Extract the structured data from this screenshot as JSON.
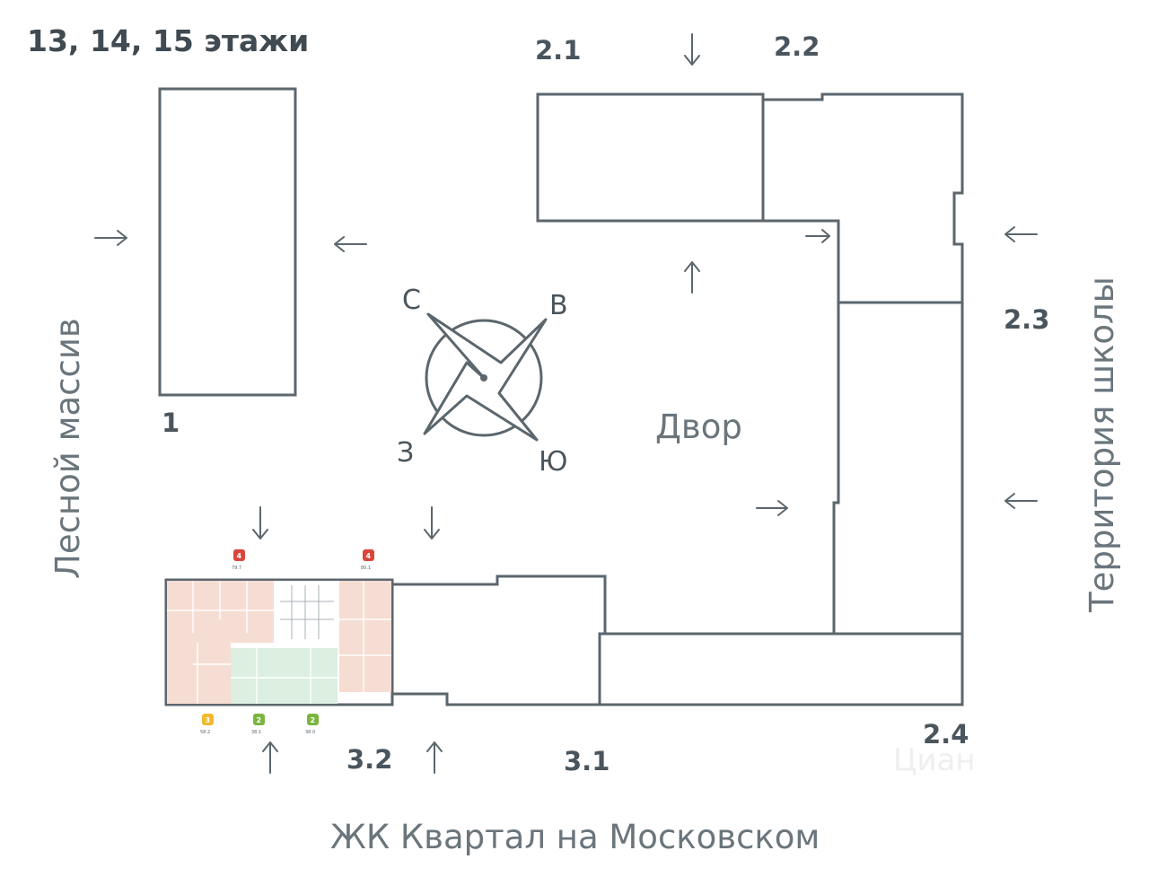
{
  "title": "13, 14, 15 этажи",
  "buildings": {
    "b1": "1",
    "b21": "2.1",
    "b22": "2.2",
    "b23": "2.3",
    "b24": "2.4",
    "b31": "3.1",
    "b32": "3.2"
  },
  "labels": {
    "forest": "Лесной массив",
    "school": "Территория школы",
    "yard": "Двор",
    "complex": "ЖК Квартал на Московском"
  },
  "compass": {
    "north": "С",
    "east": "В",
    "south": "Ю",
    "west": "З"
  },
  "units": [
    {
      "rooms": "4",
      "area": "79.7",
      "color": "#d9463c"
    },
    {
      "rooms": "4",
      "area": "80.1",
      "color": "#d9463c"
    },
    {
      "rooms": "3",
      "area": "58.2",
      "color": "#f1b92e"
    },
    {
      "rooms": "2",
      "area": "38.1",
      "color": "#7bb440"
    },
    {
      "rooms": "2",
      "area": "38.0",
      "color": "#7bb440"
    }
  ],
  "colors": {
    "wall": "#5b666d",
    "apartment_4_fill": "#f6ddd3",
    "apartment_2_fill": "#dcefe0",
    "badge_4": "#d9463c",
    "badge_3": "#f1b92e",
    "badge_2": "#7bb440"
  },
  "watermark": "Циан"
}
